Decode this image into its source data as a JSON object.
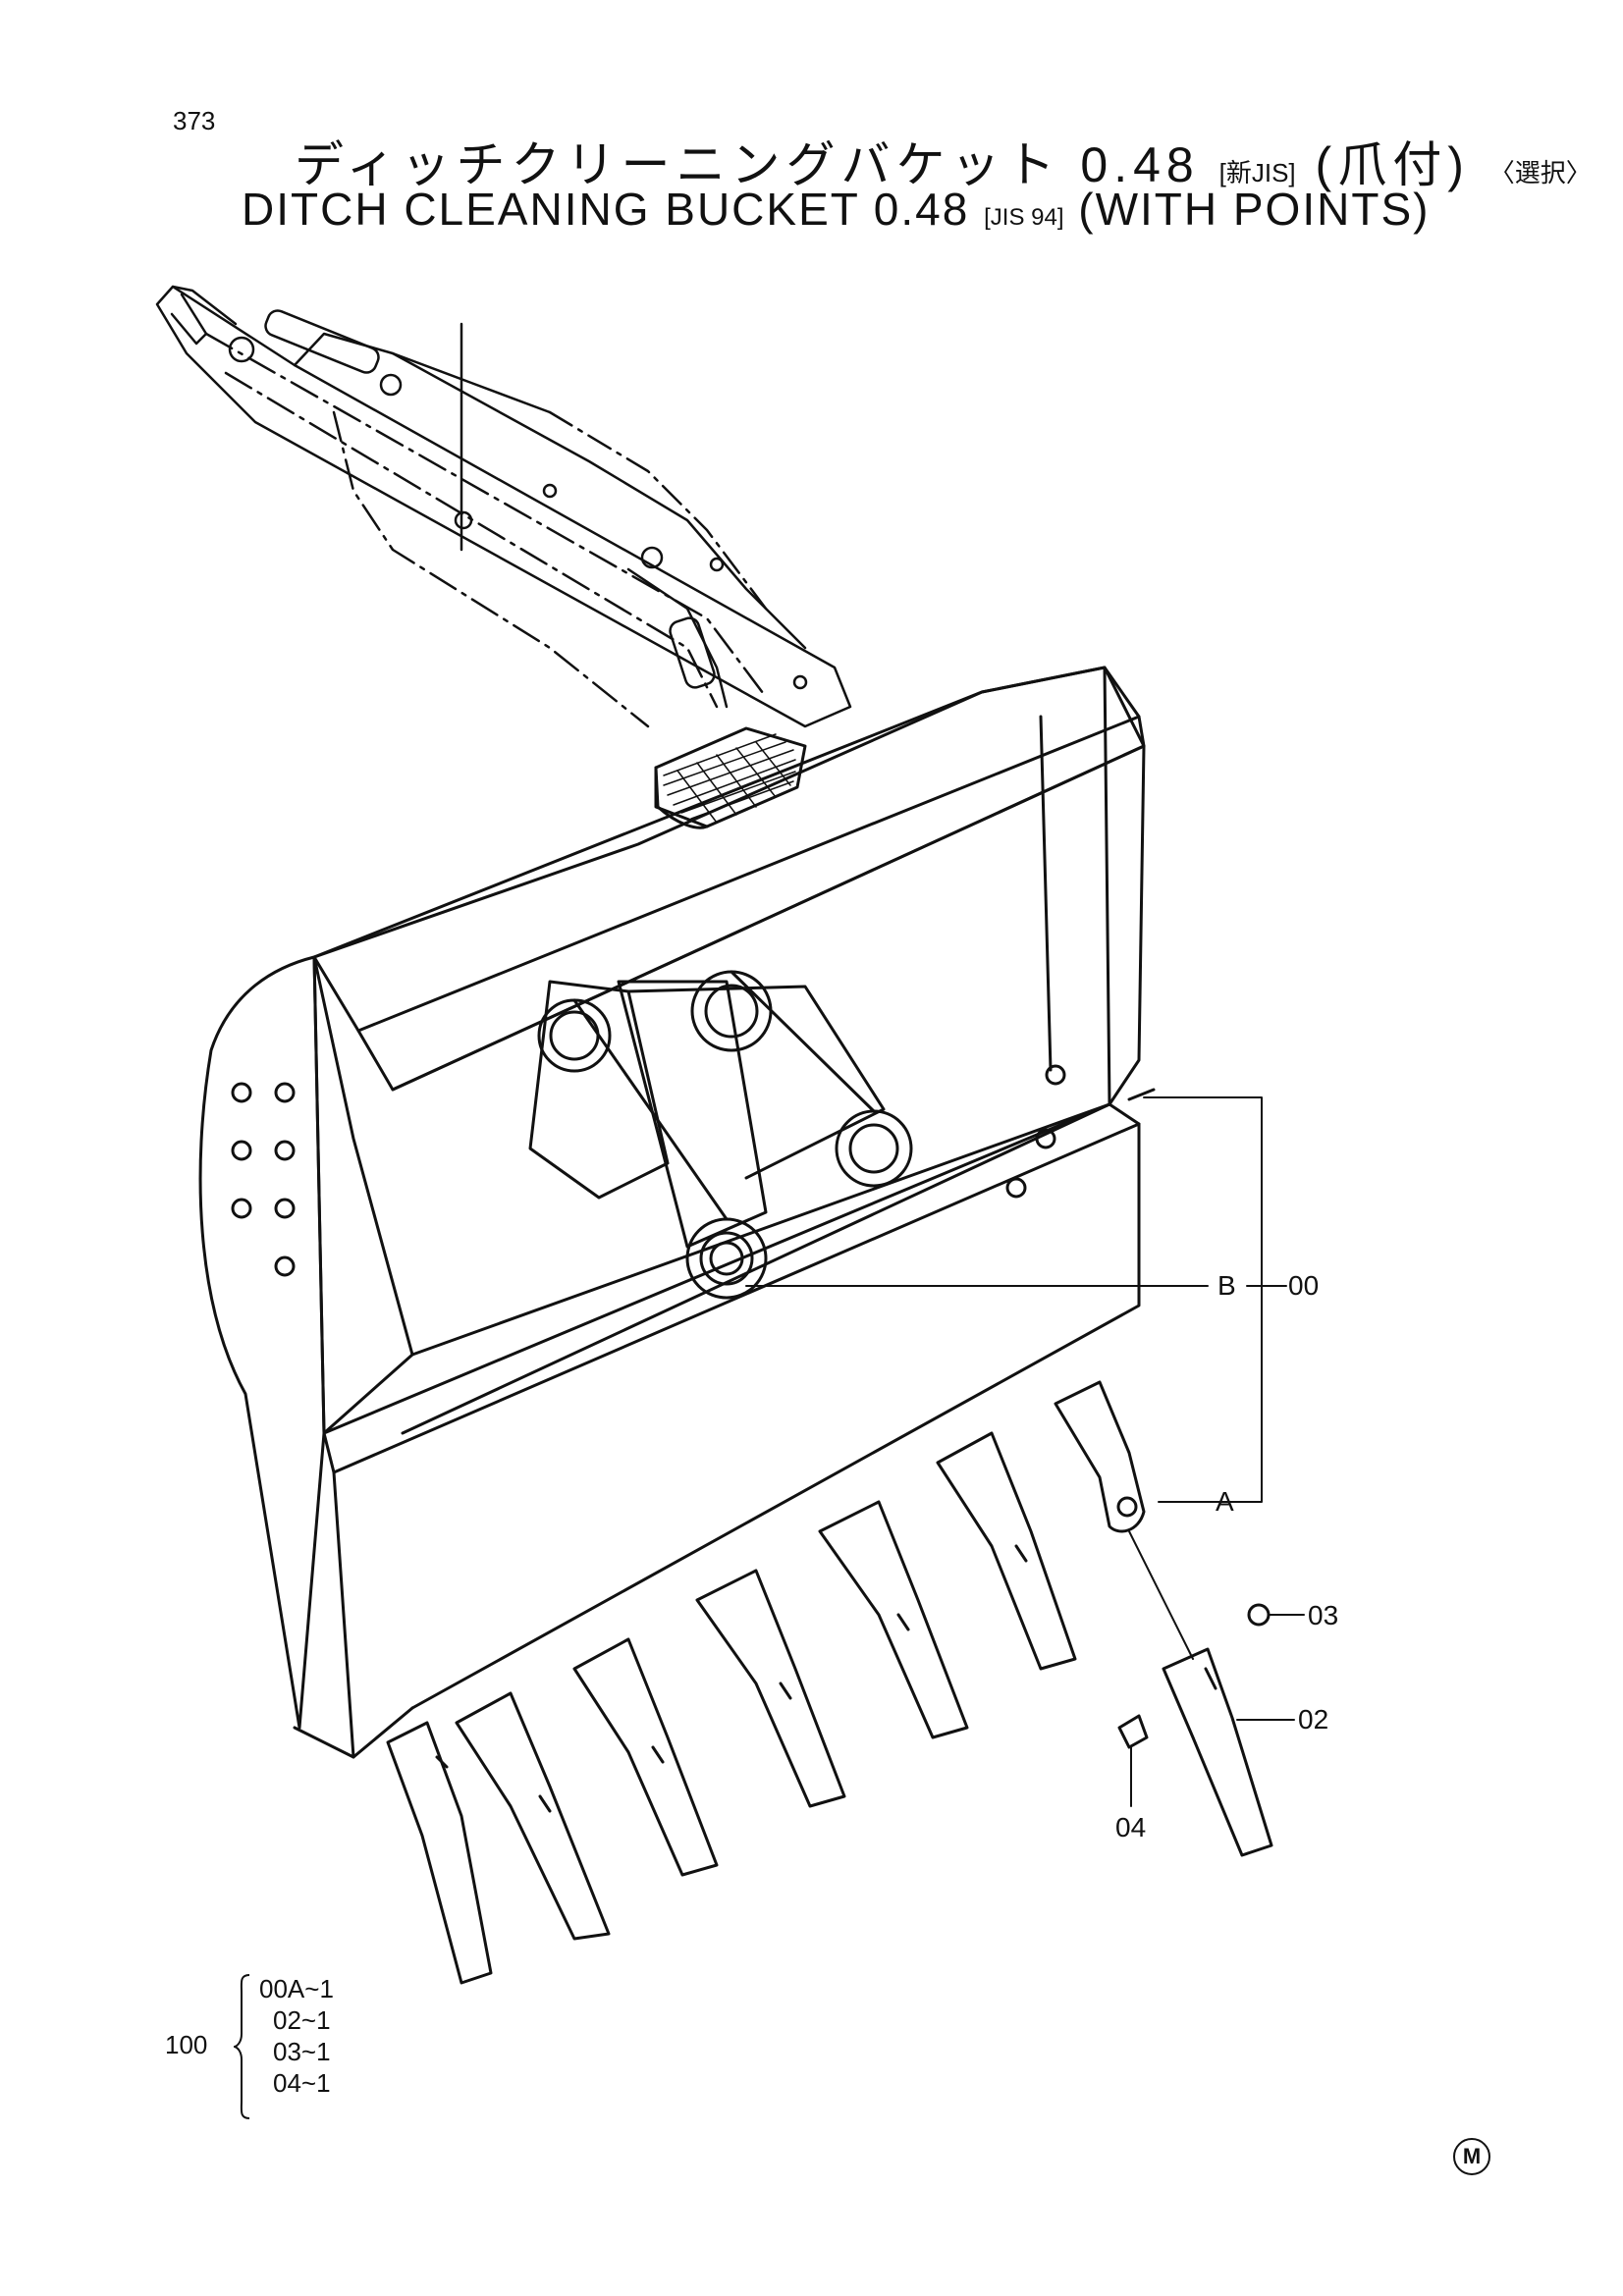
{
  "page_number": "373",
  "title": {
    "jp_main": "ディッチクリーニングバケット 0.48",
    "jp_std": "[新JIS]",
    "jp_suffix": "(爪付)",
    "jp_option": "〈選択〉",
    "en_main": "DITCH CLEANING BUCKET 0.48",
    "en_std": "[JIS 94]",
    "en_suffix": "(WITH POINTS)"
  },
  "callouts": {
    "b_letter": "B",
    "b_part": "00",
    "a_letter": "A",
    "p03": "03",
    "p02": "02",
    "p04": "04"
  },
  "set": {
    "qty": "100",
    "items": [
      "00A~1",
      "02~1",
      "03~1",
      "04~1"
    ]
  },
  "mark": "M"
}
